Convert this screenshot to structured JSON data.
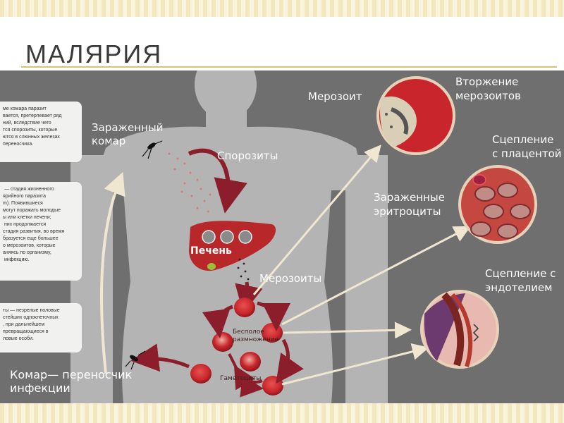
{
  "slide": {
    "title": "МАЛЯРИЯ"
  },
  "info_boxes": [
    {
      "text": "ме комара паразит\nвается, претерпевает ряд\nний, вследствие чего\nтся спорозиты, которые\nются в слюнных железах\nпереносчика."
    },
    {
      "text": " — стадия жизненного\nярийного паразита\nm). Появившиеся\nмогут поражать молодые\nы или клетки печени;\n них продолжается\nстадия развития, во время\nбразуется еще большее\nо мерозоитов, которые\nаняясь по организму,\n инфекцию."
    },
    {
      "text": "ты — незрелые половые\nстейших одноклеточных\n, при дальнейшем\nпревращающиеся в\nловые особи."
    }
  ],
  "labels": {
    "infected_mosquito": "Зараженный\nкомар",
    "sporozoites": "Спорозиты",
    "liver": "Печень",
    "merozoites_body": "Мерозоиты",
    "asexual": "Бесполое\nразмножение",
    "gametocytes": "Гаметоциты",
    "vector": "Комар— переносчик\nинфекции",
    "merozoite": "Мерозоит",
    "invasion": "Вторжение\nмерозоитов",
    "placenta": "Сцепление\nс плацентой",
    "infected_rbc": "Зараженные\nэритроциты",
    "endothelium": "Сцепление с\nэндотелием"
  },
  "colors": {
    "panel": "#6f6f6f",
    "body": "#b4b4b4",
    "blood_cell": "#c8262c",
    "arrow_dark": "#8b1e2a",
    "arrow_light": "#efe7cf",
    "liver": "#b8282a"
  }
}
